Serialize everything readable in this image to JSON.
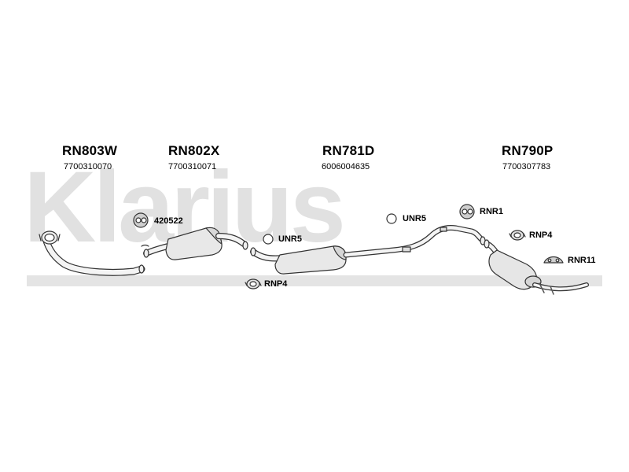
{
  "watermark": {
    "text": "Klarius"
  },
  "parts": [
    {
      "code": "RN803W",
      "number": "7700310070"
    },
    {
      "code": "RN802X",
      "number": "7700310071"
    },
    {
      "code": "RN781D",
      "number": "6006004635"
    },
    {
      "code": "RN790P",
      "number": "7700307783"
    }
  ],
  "fittings": [
    {
      "label": "420522",
      "icon": "rubber-hanger-icon"
    },
    {
      "label": "UNR5",
      "icon": "ring-gasket-icon"
    },
    {
      "label": "RNP4",
      "icon": "pipe-clamp-icon"
    },
    {
      "label": "UNR5",
      "icon": "ring-gasket-icon"
    },
    {
      "label": "RNR1",
      "icon": "rubber-hanger-icon"
    },
    {
      "label": "RNP4",
      "icon": "pipe-clamp-icon"
    },
    {
      "label": "RNR11",
      "icon": "mounting-rubber-icon"
    }
  ],
  "colors": {
    "watermark": "#e1e1e1",
    "line": "#333333",
    "fill": "#f2f2f2"
  }
}
